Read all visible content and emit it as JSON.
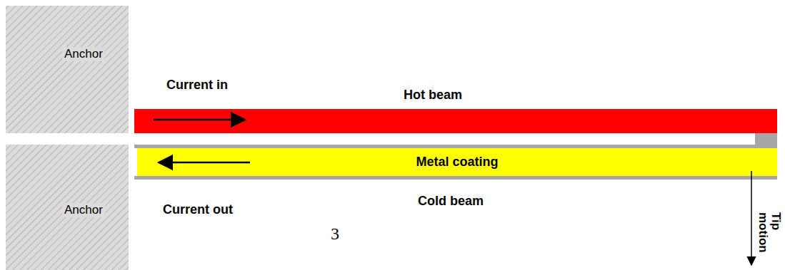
{
  "diagram": {
    "nodes": [
      {
        "text": [
          "Anchor"
        ]
      },
      {
        "text": [
          "Anchor"
        ]
      },
      {
        "text": [
          "Hot beam"
        ]
      },
      {
        "text": [
          "Metal coating"
        ]
      }
    ],
    "labels": [
      "Current in",
      "Current out",
      "Cold beam",
      "3",
      "Tip motion"
    ]
  }
}
